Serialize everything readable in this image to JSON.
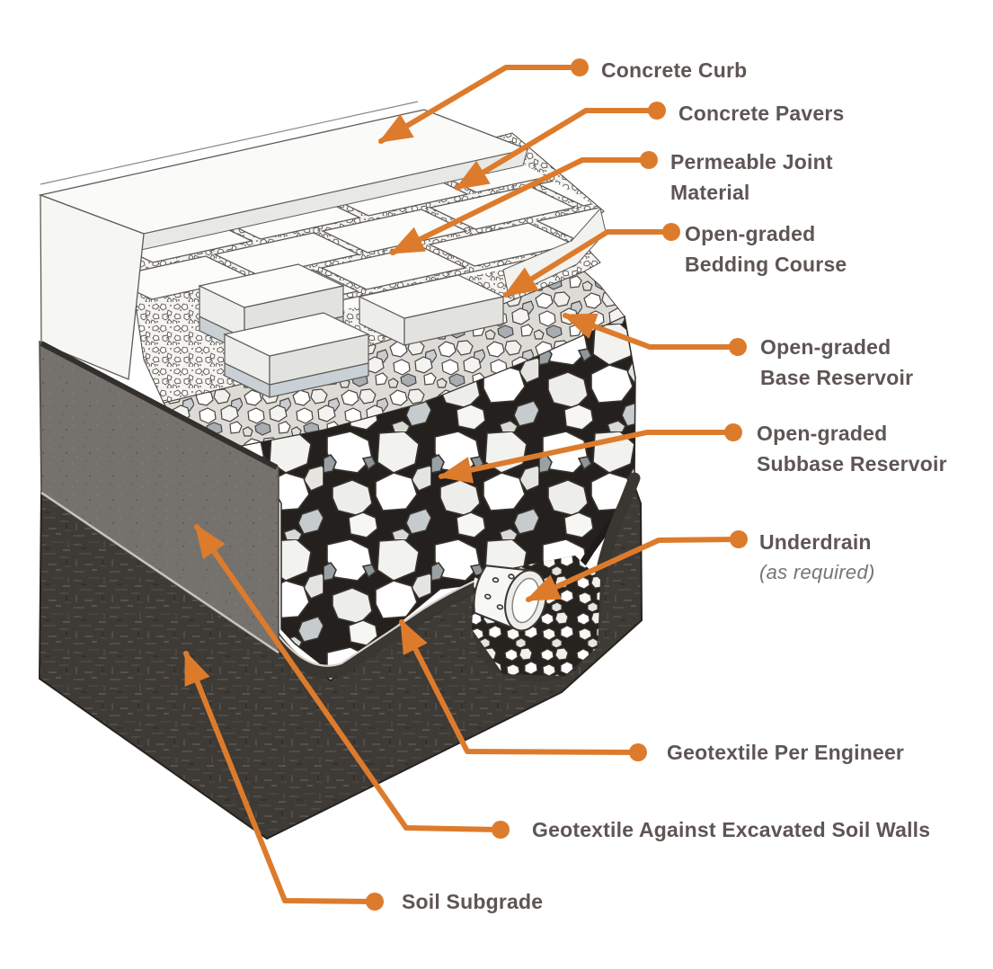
{
  "colors": {
    "accent_orange": "#DD7B2C",
    "label_text": "#5E5654",
    "note_text": "#7A7470",
    "soil_dark": "#3E3A36",
    "wall_gray": "#75726D",
    "bedding_tint": "#C9D0D6"
  },
  "labels": {
    "concrete_curb": {
      "text": "Concrete Curb"
    },
    "concrete_pavers": {
      "text": "Concrete Pavers"
    },
    "permeable_joint": {
      "line1": "Permeable Joint",
      "line2": "Material"
    },
    "bedding_course": {
      "line1": "Open-graded",
      "line2": "Bedding Course"
    },
    "base_reservoir": {
      "line1": "Open-graded",
      "line2": "Base Reservoir"
    },
    "subbase_reservoir": {
      "line1": "Open-graded",
      "line2": "Subbase Reservoir"
    },
    "underdrain": {
      "title": "Underdrain",
      "note": "(as required)"
    },
    "geotextile_engineer": {
      "text": "Geotextile Per Engineer"
    },
    "geotextile_walls": {
      "text": "Geotextile Against Excavated Soil Walls"
    },
    "soil_subgrade": {
      "text": "Soil Subgrade"
    }
  }
}
